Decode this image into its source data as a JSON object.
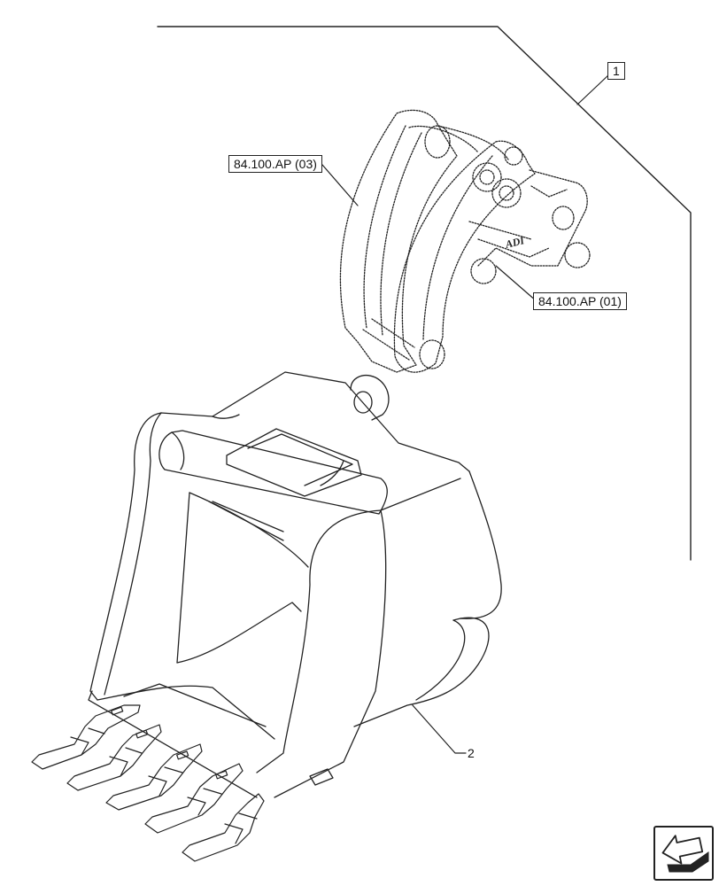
{
  "callouts": {
    "ref_1": "1",
    "ref_2": "2",
    "ref_upper": "84.100.AP (03)",
    "ref_lower": "84.100.AP (01)"
  },
  "part_marking": "ADI",
  "icons": {
    "nav": "next-page-arrow-icon"
  },
  "colors": {
    "line": "#222222",
    "background": "#ffffff"
  }
}
